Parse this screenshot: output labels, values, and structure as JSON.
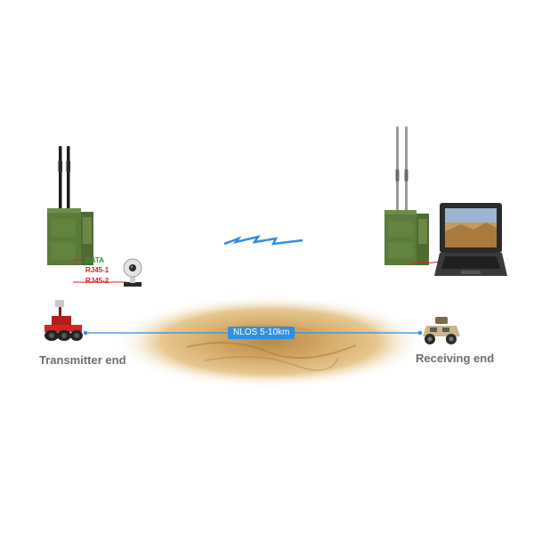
{
  "transmitter": {
    "label": "Transmitter end",
    "ports": [
      "DATA",
      "RJ45-1",
      "RJ45-2"
    ]
  },
  "receiver": {
    "label": "Receiving end"
  },
  "link": {
    "label": "NLOS 5-10km"
  },
  "colors": {
    "link_line": "#2f8fe0",
    "data_port": "#2e9a2e",
    "rj45_port": "#d92020",
    "radio_green": "#5a7a3a",
    "signal_blue": "#2f8fe0",
    "terrain": "#d8b070"
  },
  "icons": {
    "transmitter_radio": "radio-transceiver-icon",
    "receiver_radio": "radio-transceiver-icon",
    "camera": "ptz-camera-icon",
    "robot": "robot-vehicle-icon",
    "vehicle": "armored-vehicle-icon",
    "laptop": "rugged-laptop-icon",
    "signal": "wireless-signal-icon"
  }
}
